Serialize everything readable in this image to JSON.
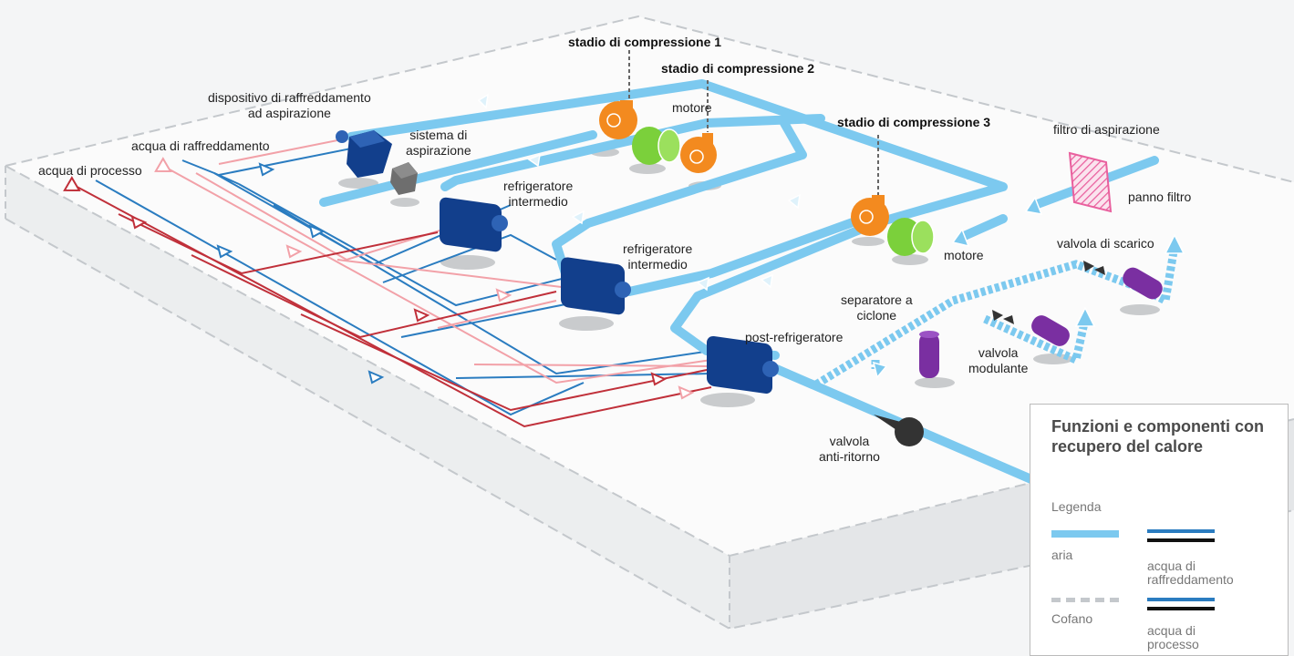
{
  "labels": {
    "stage1": "stadio di compressione 1",
    "stage2": "stadio di compressione 2",
    "stage3": "stadio di compressione 3",
    "suction_cooling_device": [
      "dispositivo di raffreddamento",
      "ad aspirazione"
    ],
    "cooling_water": "acqua di raffreddamento",
    "process_water": "acqua di processo",
    "intake_system": [
      "sistema di",
      "aspirazione"
    ],
    "motor1": "motore",
    "motor2": "motore",
    "intercooler1": [
      "refrigeratore",
      "intermedio"
    ],
    "intercooler2": [
      "refrigeratore",
      "intermedio"
    ],
    "intake_filter": "filtro di aspirazione",
    "filter_cloth": "panno filtro",
    "blow_off_valve": "valvola di scarico",
    "cyclone_separator": [
      "separatore a",
      "ciclone"
    ],
    "aftercooler": "post-refrigeratore",
    "modulating_valve": [
      "valvola",
      "modulante"
    ],
    "check_valve": [
      "valvola",
      "anti-ritorno"
    ]
  },
  "legend": {
    "title": "Funzioni e componenti con recupero del calore",
    "subtitle": "Legenda",
    "items": {
      "air": "aria",
      "cooling_water": [
        "acqua di",
        "raffreddamento"
      ],
      "hood": "Cofano",
      "process_water": [
        "acqua di",
        "processo"
      ]
    }
  },
  "colors": {
    "air": "#7cc9ef",
    "cooling_water": "#2a7cc0",
    "cooling_water_return": "#f2a1a8",
    "process_water": "#c0303a",
    "hood_dash": "#c4c8cc",
    "compressor": "#f38a1f",
    "motor": "#7bd03b",
    "cooler": "#123f8c",
    "valve_body": "#7a2fa1",
    "check_valve": "#333333",
    "filter": "#e9609e",
    "intake_box": "#6e6e6e"
  }
}
